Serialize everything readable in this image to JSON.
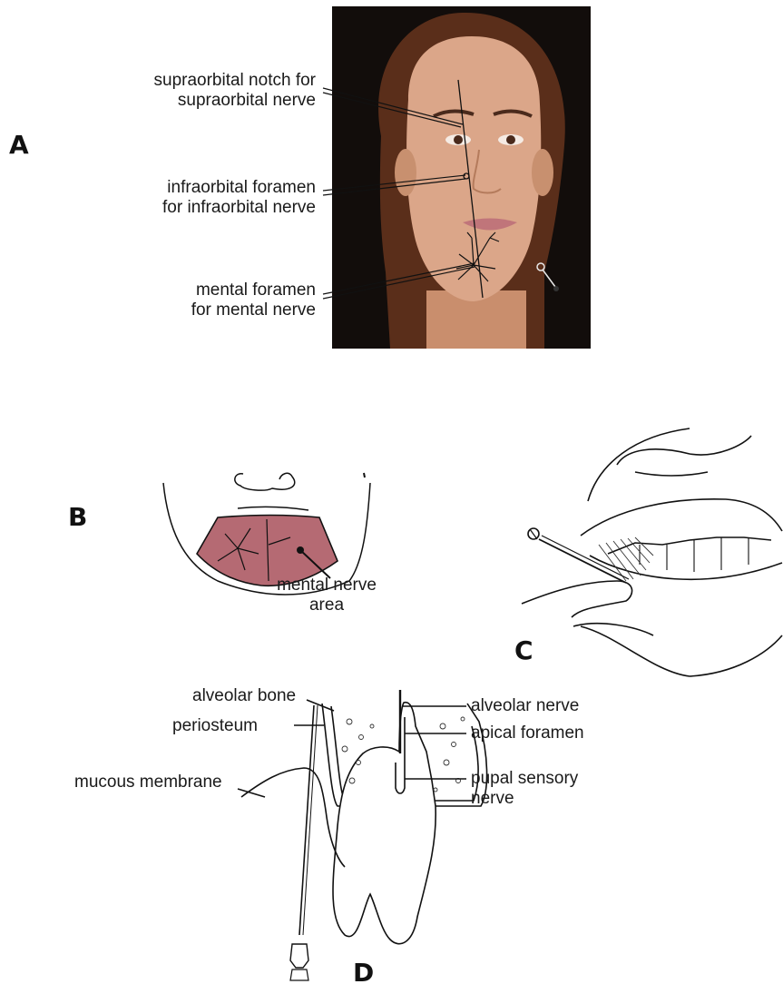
{
  "panels": {
    "a": "A",
    "b": "B",
    "c": "C",
    "d": "D"
  },
  "panel_a": {
    "label_1_line1": "supraorbital notch for",
    "label_1_line2": "supraorbital nerve",
    "label_2_line1": "infraorbital foramen",
    "label_2_line2": "for infraorbital nerve",
    "label_3_line1": "mental foramen",
    "label_3_line2": "for mental nerve"
  },
  "panel_b": {
    "label_line1": "mental nerve",
    "label_line2": "area",
    "area_color": "#b56a73"
  },
  "panel_d": {
    "alveolar_bone": "alveolar bone",
    "periosteum": "periosteum",
    "mucous_membrane": "mucous membrane",
    "alveolar_nerve": "alveolar nerve",
    "apical_foramen": "apical foramen",
    "pulpal_line1": "pupal sensory",
    "pulpal_line2": "nerve"
  }
}
